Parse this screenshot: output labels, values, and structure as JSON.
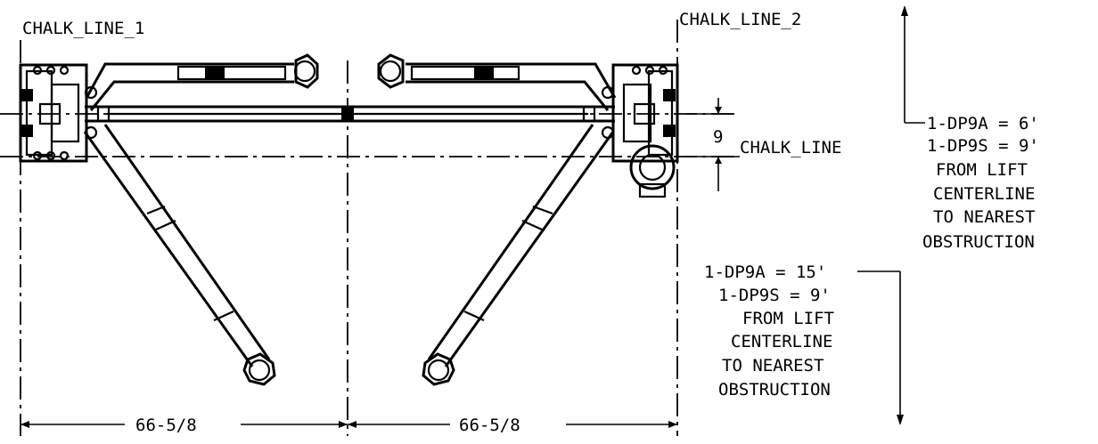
{
  "labels": {
    "chalk_line_1": "CHALK_LINE_1",
    "chalk_line_2": "CHALK_LINE_2",
    "chalk_line": "CHALK_LINE",
    "dim_9": "9",
    "dim_left": "66-5/8",
    "dim_right": "66-5/8"
  },
  "note_upper": {
    "line1": "1-DP9A = 6'",
    "line2": "1-DP9S = 9'",
    "line3": "FROM LIFT",
    "line4": "CENTERLINE",
    "line5": "TO NEAREST",
    "line6": "OBSTRUCTION"
  },
  "note_lower": {
    "line1": "1-DP9A = 15'",
    "line2": "1-DP9S = 9'",
    "line3": "FROM LIFT",
    "line4": "CENTERLINE",
    "line5": "TO NEAREST",
    "line6": "OBSTRUCTION"
  }
}
